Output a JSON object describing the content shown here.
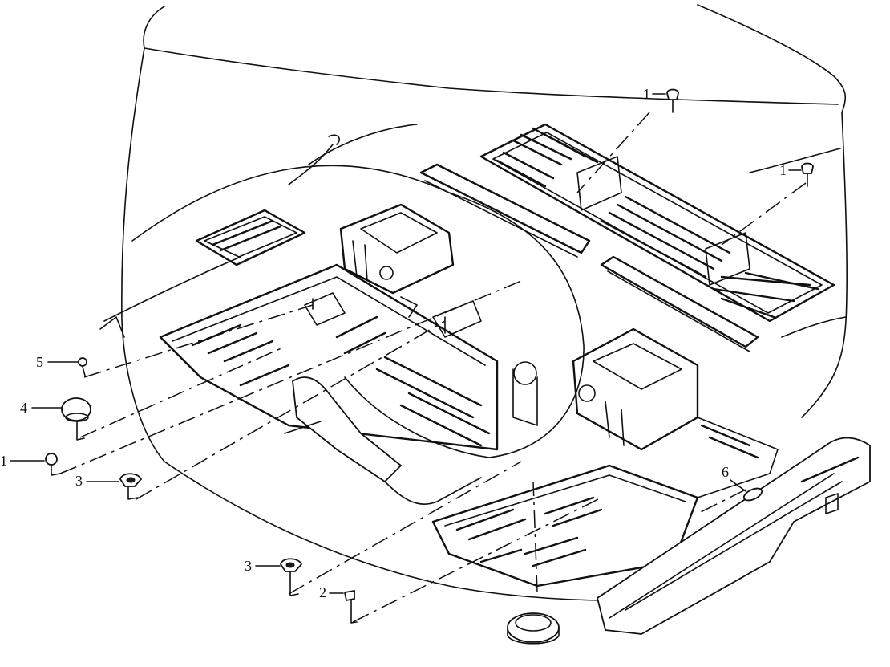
{
  "diagram": {
    "title": "Body floor pan and plug locations",
    "callouts": [
      {
        "id": "c1a",
        "label": "1"
      },
      {
        "id": "c1b",
        "label": "1"
      },
      {
        "id": "c1c",
        "label": "1"
      },
      {
        "id": "c2",
        "label": "2"
      },
      {
        "id": "c3a",
        "label": "3"
      },
      {
        "id": "c3b",
        "label": "3"
      },
      {
        "id": "c4",
        "label": "4"
      },
      {
        "id": "c5",
        "label": "5"
      },
      {
        "id": "c6",
        "label": "6"
      }
    ]
  }
}
